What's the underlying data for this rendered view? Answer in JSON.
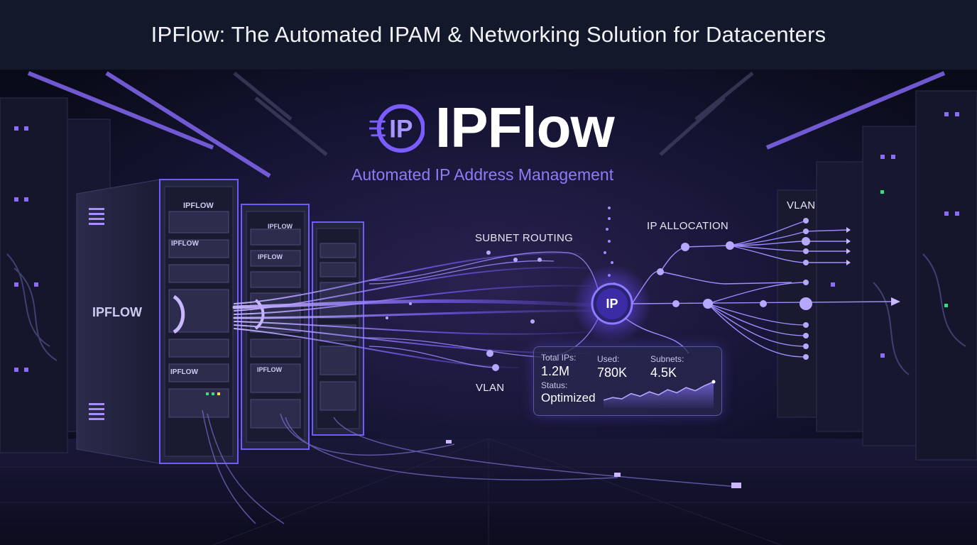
{
  "header": {
    "title": "IPFlow: The Automated IPAM & Networking Solution for Datacenters"
  },
  "logo": {
    "icon_text": "IP",
    "wordmark": "IPFlow",
    "tagline": "Automated IP Address Management"
  },
  "flow_labels": {
    "subnet_routing": "SUBNET ROUTING",
    "ip_allocation": "IP ALLOCATION",
    "vlan_top": "VLAN",
    "vlan_bottom": "VLAN"
  },
  "hub": {
    "label": "IP"
  },
  "racks": {
    "main_label": "IPFLOW",
    "unit_label": "IPFLOW",
    "unit_label_small": "IPFLOW"
  },
  "stats_panel": {
    "total_ips_label": "Total IPs:",
    "total_ips_value": "1.2M",
    "used_label": "Used:",
    "used_value": "780K",
    "subnets_label": "Subnets:",
    "subnets_value": "4.5K",
    "status_label": "Status:",
    "status_value": "Optimized",
    "sparkline": [
      0.3,
      0.4,
      0.35,
      0.55,
      0.45,
      0.62,
      0.5,
      0.7,
      0.58,
      0.78,
      0.66,
      0.85,
      1.0
    ]
  },
  "colors": {
    "accent": "#7b5cff",
    "accent_light": "#a897ff",
    "glow": "#6a4dff",
    "background": "#0b0d1c",
    "header_bg": "#14182b"
  }
}
